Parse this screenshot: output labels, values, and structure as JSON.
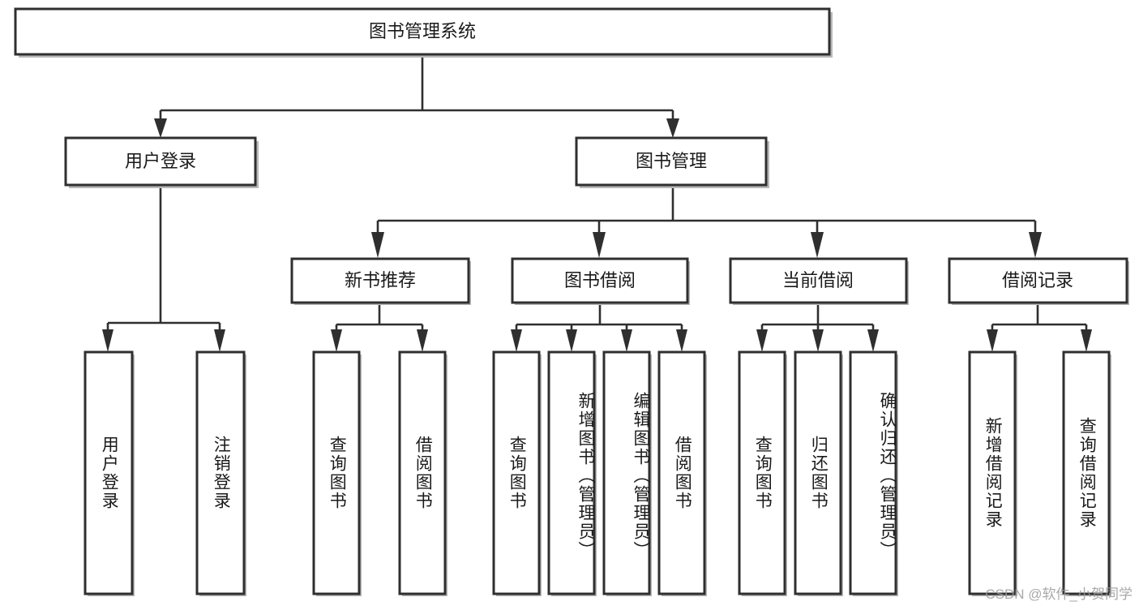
{
  "diagram": {
    "type": "tree",
    "title": "图书管理系统",
    "orientation": "top-down",
    "theme": {
      "box_fill": "#ffffff",
      "box_stroke": "#2f2f2f",
      "connector": "#2f2f2f",
      "text": "#1a1a1a",
      "background": "#ffffff",
      "watermark_color": "#9a9a9a"
    },
    "nodes": {
      "root": {
        "label": "图书管理系统"
      },
      "level2": [
        {
          "id": "user-login",
          "label": "用户登录"
        },
        {
          "id": "book-admin",
          "label": "图书管理"
        }
      ],
      "level3": [
        {
          "id": "new-book-rec",
          "label": "新书推荐"
        },
        {
          "id": "book-borrow",
          "label": "图书借阅"
        },
        {
          "id": "current-borrow",
          "label": "当前借阅"
        },
        {
          "id": "borrow-record",
          "label": "借阅记录"
        }
      ],
      "leaves": [
        {
          "id": "leaf-user-login",
          "label": "用户登录",
          "parent": "user-login"
        },
        {
          "id": "leaf-user-logout",
          "label": "注销登录",
          "parent": "user-login"
        },
        {
          "id": "leaf-rec-query",
          "label": "查询图书",
          "parent": "new-book-rec"
        },
        {
          "id": "leaf-rec-borrow",
          "label": "借阅图书",
          "parent": "new-book-rec"
        },
        {
          "id": "leaf-borrow-query",
          "label": "查询图书",
          "parent": "book-borrow"
        },
        {
          "id": "leaf-borrow-add",
          "label": "新增图书（管理员）",
          "parent": "book-borrow"
        },
        {
          "id": "leaf-borrow-edit",
          "label": "编辑图书（管理员）",
          "parent": "book-borrow"
        },
        {
          "id": "leaf-borrow-lend",
          "label": "借阅图书",
          "parent": "book-borrow"
        },
        {
          "id": "leaf-cur-query",
          "label": "查询图书",
          "parent": "current-borrow"
        },
        {
          "id": "leaf-cur-return",
          "label": "归还图书",
          "parent": "current-borrow"
        },
        {
          "id": "leaf-cur-confirm",
          "label": "确认归还（管理员）",
          "parent": "current-borrow"
        },
        {
          "id": "leaf-rec-add",
          "label": "新增借阅记录",
          "parent": "borrow-record"
        },
        {
          "id": "leaf-rec-search",
          "label": "查询借阅记录",
          "parent": "borrow-record"
        }
      ]
    },
    "edges": [
      {
        "from": "root",
        "to": "user-login"
      },
      {
        "from": "root",
        "to": "book-admin"
      },
      {
        "from": "book-admin",
        "to": "new-book-rec"
      },
      {
        "from": "book-admin",
        "to": "book-borrow"
      },
      {
        "from": "book-admin",
        "to": "current-borrow"
      },
      {
        "from": "book-admin",
        "to": "borrow-record"
      },
      {
        "from": "user-login",
        "to": "leaf-user-login"
      },
      {
        "from": "user-login",
        "to": "leaf-user-logout"
      },
      {
        "from": "new-book-rec",
        "to": "leaf-rec-query"
      },
      {
        "from": "new-book-rec",
        "to": "leaf-rec-borrow"
      },
      {
        "from": "book-borrow",
        "to": "leaf-borrow-query"
      },
      {
        "from": "book-borrow",
        "to": "leaf-borrow-add"
      },
      {
        "from": "book-borrow",
        "to": "leaf-borrow-edit"
      },
      {
        "from": "book-borrow",
        "to": "leaf-borrow-lend"
      },
      {
        "from": "current-borrow",
        "to": "leaf-cur-query"
      },
      {
        "from": "current-borrow",
        "to": "leaf-cur-return"
      },
      {
        "from": "current-borrow",
        "to": "leaf-cur-confirm"
      },
      {
        "from": "borrow-record",
        "to": "leaf-rec-add"
      },
      {
        "from": "borrow-record",
        "to": "leaf-rec-search"
      }
    ]
  },
  "watermark": {
    "text": "CSDN @软件_小贺同学"
  }
}
